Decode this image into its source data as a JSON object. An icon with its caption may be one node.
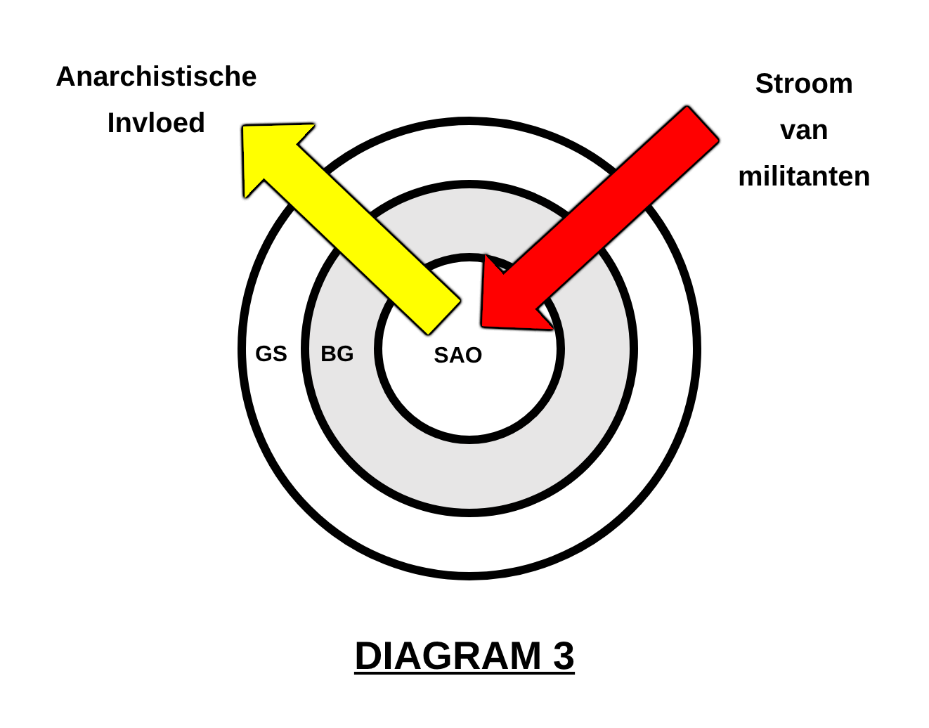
{
  "diagram": {
    "caption": "DIAGRAM 3",
    "nodes": [
      {
        "text": [
          "Anarchistische Invloed"
        ]
      },
      {
        "text": [
          "Stroom van militanten"
        ]
      },
      {
        "text": [
          "GS"
        ]
      },
      {
        "text": [
          "BG"
        ],
        "in": 2
      },
      {
        "text": [
          "SAO"
        ],
        "in": 3
      }
    ],
    "edges": [
      {
        "from": 4,
        "to": 0,
        "arrow": "to",
        "color": "#ffff00"
      },
      {
        "from": 1,
        "to": 4,
        "arrow": "to",
        "color": "#ff0000"
      }
    ]
  }
}
